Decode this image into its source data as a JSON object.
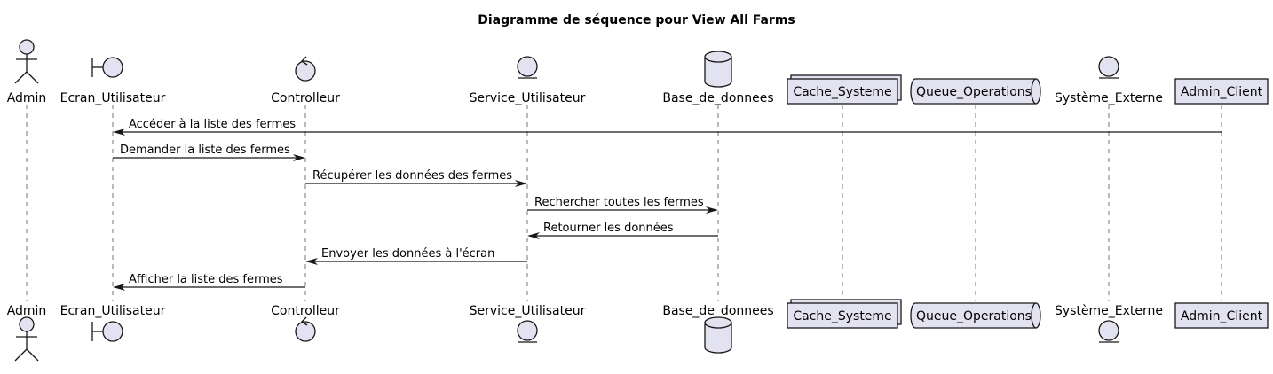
{
  "diagram": {
    "title": "Diagramme de séquence pour View All Farms",
    "participants": [
      {
        "id": "admin",
        "label": "Admin",
        "kind": "actor"
      },
      {
        "id": "ecran",
        "label": "Ecran_Utilisateur",
        "kind": "boundary"
      },
      {
        "id": "controlleur",
        "label": "Controlleur",
        "kind": "control"
      },
      {
        "id": "service",
        "label": "Service_Utilisateur",
        "kind": "entity"
      },
      {
        "id": "bdd",
        "label": "Base_de_donnees",
        "kind": "database"
      },
      {
        "id": "cache",
        "label": "Cache_Systeme",
        "kind": "collections"
      },
      {
        "id": "queue",
        "label": "Queue_Operations",
        "kind": "queue"
      },
      {
        "id": "externe",
        "label": "Système_Externe",
        "kind": "entity"
      },
      {
        "id": "client",
        "label": "Admin_Client",
        "kind": "participant"
      }
    ],
    "messages": [
      {
        "from": "client",
        "to": "ecran",
        "text": "Accéder à la liste des fermes"
      },
      {
        "from": "ecran",
        "to": "controlleur",
        "text": "Demander la liste des fermes"
      },
      {
        "from": "controlleur",
        "to": "service",
        "text": "Récupérer les données des fermes"
      },
      {
        "from": "service",
        "to": "bdd",
        "text": "Rechercher toutes les fermes"
      },
      {
        "from": "bdd",
        "to": "service",
        "text": "Retourner les données"
      },
      {
        "from": "service",
        "to": "controlleur",
        "text": "Envoyer les données à l'écran"
      },
      {
        "from": "controlleur",
        "to": "ecran",
        "text": "Afficher la liste des fermes"
      }
    ]
  }
}
